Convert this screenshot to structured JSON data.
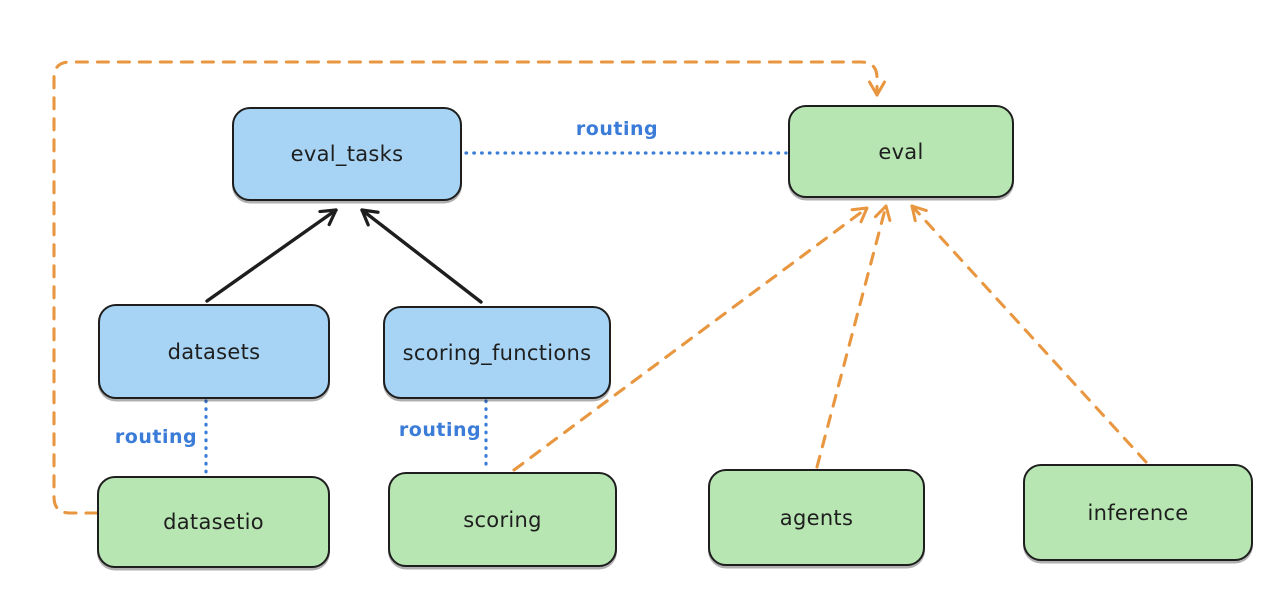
{
  "diagram": {
    "nodes": {
      "eval_tasks": {
        "label": "eval_tasks",
        "fill": "#a7d4f4"
      },
      "eval": {
        "label": "eval",
        "fill": "#b7e6b2"
      },
      "datasets": {
        "label": "datasets",
        "fill": "#a7d4f4"
      },
      "scoring_functions": {
        "label": "scoring_functions",
        "fill": "#a7d4f4"
      },
      "datasetio": {
        "label": "datasetio",
        "fill": "#b7e6b2"
      },
      "scoring": {
        "label": "scoring",
        "fill": "#b7e6b2"
      },
      "agents": {
        "label": "agents",
        "fill": "#b7e6b2"
      },
      "inference": {
        "label": "inference",
        "fill": "#b7e6b2"
      }
    },
    "edge_labels": {
      "eval_tasks_eval": "routing",
      "datasets_datasetio": "routing",
      "scoring_functions_scoring": "routing"
    },
    "colors": {
      "box_stroke": "#1e1e1e",
      "blue_box_fill": "#a7d4f4",
      "green_box_fill": "#b7e6b2",
      "routing_line": "#3b7cd8",
      "dependency_line": "#e8963f",
      "solid_arrow": "#1e1e1e",
      "background": "#ffffff"
    }
  }
}
